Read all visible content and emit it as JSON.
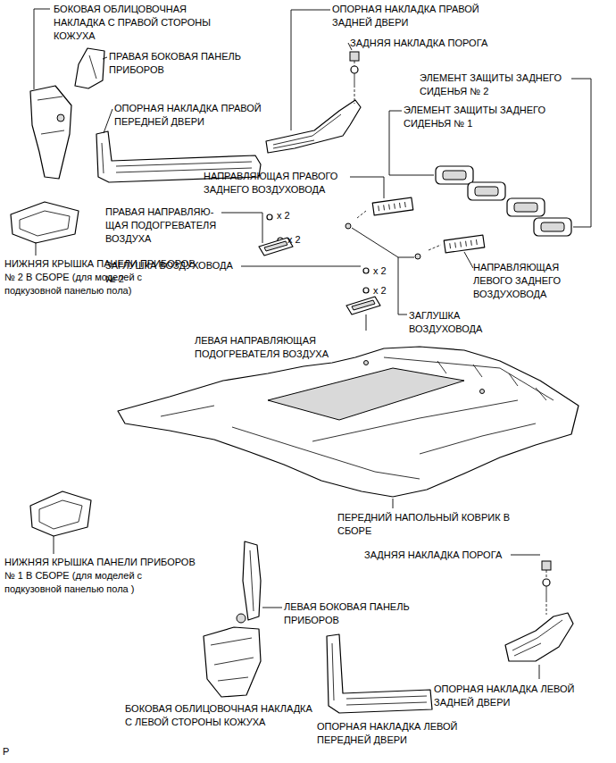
{
  "diagram": {
    "labels": [
      "БОКОВАЯ ОБЛИЦОВОЧНАЯ НАКЛАДКА С ПРАВОЙ СТОРОНЫ КОЖУХА",
      "ОПОРНАЯ НАКЛАДКА ПРАВОЙ ЗАДНЕЙ ДВЕРИ",
      "ЗАДНЯЯ НАКЛАДКА ПОРОГА",
      "ПРАВАЯ БОКОВАЯ ПАНЕЛЬ ПРИБОРОВ",
      "ЭЛЕМЕНТ ЗАЩИТЫ ЗАДНЕГО СИДЕНЬЯ № 2",
      "ОПОРНАЯ НАКЛАДКА ПРАВОЙ ПЕРЕДНЕЙ ДВЕРИ",
      "ЭЛЕМЕНТ ЗАЩИТЫ ЗАДНЕГО СИДЕНЬЯ № 1",
      "НАПРАВЛЯЮЩАЯ ПРАВОГО ЗАДНЕГО ВОЗДУХОВОДА",
      "ПРАВАЯ НАПРАВЛЯЮ- ЩАЯ ПОДОГРЕВАТЕЛЯ ВОЗДУХА",
      "x 2",
      "x 2",
      "НИЖНЯЯ КРЫШКА ПАНЕЛИ ПРИБОРОВ № 2 В СБОРЕ (для моделей с подкузовной панелью пола)",
      "ЗАГЛУШКА ВОЗДУХОВОДА № 2",
      "НАПРАВЛЯЮЩАЯ ЛЕВОГО ЗАДНЕГО ВОЗДУХОВОДА",
      "x 2",
      "x 2",
      "ЗАГЛУШКА ВОЗДУХОВОДА",
      "ЛЕВАЯ НАПРАВЛЯЮЩАЯ ПОДОГРЕВАТЕЛЯ ВОЗДУХА",
      "ПЕРЕДНИЙ НАПОЛЬНЫЙ КОВРИК В СБОРЕ",
      "ЗАДНЯЯ НАКЛАДКА ПОРОГА",
      "НИЖНЯЯ КРЫШКА ПАНЕЛИ ПРИБОРОВ № 1 В СБОРЕ (для моделей с подкузовной панелью пола )",
      "ЛЕВАЯ БОКОВАЯ ПАНЕЛЬ ПРИБОРОВ",
      "ОПОРНАЯ НАКЛАДКА ЛЕВОЙ ЗАДНЕЙ ДВЕРИ",
      "БОКОВАЯ ОБЛИЦОВОЧНАЯ НАКЛАДКА С ЛЕВОЙ СТОРОНЫ КОЖУХА",
      "ОПОРНАЯ НАКЛАДКА ЛЕВОЙ ПЕРЕДНЕЙ ДВЕРИ",
      "P"
    ]
  }
}
